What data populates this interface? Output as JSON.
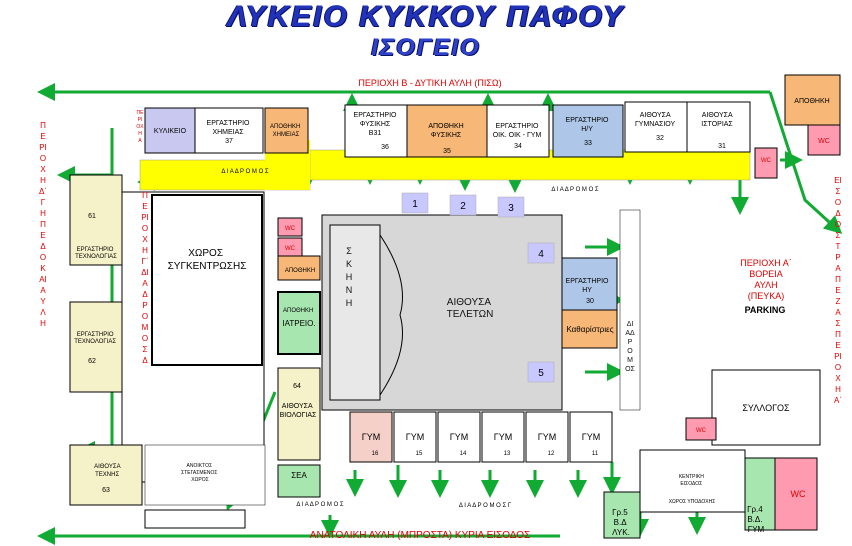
{
  "header": {
    "title": "ΛΥΚΕΙΟ ΚΥΚΚΟΥ ΠΑΦΟΥ",
    "subtitle": "ΙΣΟΓΕΙΟ"
  },
  "areas": {
    "top": "ΠΕΡΙΟΧΗ Β - ΔΥΤΙΚΗ ΑΥΛΗ (ΠΙΣΩ)",
    "bottom": "ΑΝΑΤΟΛΙΚΗ ΑΥΛΗ (ΜΠΡΟΣΤΑ) ΚΥΡΙΑ ΕΙΣΟΔΟΣ",
    "left": "ΠΕΡΙΟΧΗ Δ΄ ΓΗΠΕΔΟ ΚΑΙ ΑΥΛΗ",
    "left_inner": "ΠΕΡΙΟΧΗ Γ΄ ΔΙΑΔΡΟΜΟΣ Δ",
    "right_entrance": "ΕΙΣΟΔΟΣ ΤΡΑΠΕΖΑΣ ΠΕΡΙΟΧΗ Α΄",
    "north_yard": [
      "ΠΕΡΙΟΧΗ Α΄",
      "ΒΟΡΕΙΑ",
      "ΑΥΛΗ",
      "(ΠΕΥΚΑ)"
    ],
    "parking": "PARKING",
    "small_vertical": "ΠΕΡΙΟΧΗ Α"
  },
  "corridors": {
    "north_left": "Δ Ι Α Δ Ρ Ο Μ Ο Σ",
    "north_right": "Δ Ι Α Δ Ρ Ο Μ Ο Σ",
    "east": "ΔΙΑΔΡΟΜΟΣ",
    "south_left": "Δ Ι Α Δ Ρ Ο Μ Ο Σ",
    "south_gamma": "Δ Ι Α Δ Ρ Ο Μ Ο Σ   Γ"
  },
  "rooms": {
    "canteen": "ΚΥΛΙΚΕΙΟ",
    "chem_lab": [
      "ΕΡΓΑΣΤΗΡΙΟ",
      "ΧΗΜΕΙΑΣ",
      "37"
    ],
    "chem_store": [
      "ΑΠΟΘΗΚΗ",
      "ΧΗΜΕΙΑΣ"
    ],
    "phys_lab_b31": [
      "ΕΡΓΑΣΤΗΡΙΟ",
      "ΦΥΣΙΚΗΣ",
      "Β31",
      "36"
    ],
    "phys_store": [
      "ΑΠΟΘΗΚΗ",
      "ΦΥΣΙΚΗΣ",
      "35"
    ],
    "home_ec_lab": [
      "ΕΡΓΑΣΤΗΡΙΟ",
      "ΟΙΚ. ΟΙΚ - ΓΥΜ",
      "34"
    ],
    "cs_lab_33": [
      "ΕΡΓΑΣΤΗΡΙΟ",
      "Η/Υ",
      "33"
    ],
    "gym_hall": [
      "ΑΙΘΟΥΣΑ",
      "ΓΥΜΝΑΣΙΟΥ",
      "32"
    ],
    "history_hall": [
      "ΑΙΘΟΥΣΑ",
      "ΙΣΤΟΡΙΑΣ",
      "31"
    ],
    "storage_ne": "ΑΠΟΘΗΚΗ",
    "assembly": [
      "ΧΩΡΟΣ",
      "ΣΥΓΚΕΝΤΡΩΣΗΣ"
    ],
    "tech_lab_61": [
      "61",
      "ΕΡΓΑΣΤΗΡΙΟ",
      "ΤΕΧΝΟΛΟΓΙΑΣ"
    ],
    "tech_lab_62": [
      "ΕΡΓΑΣΤΗΡΙΟ",
      "ΤΕΧΝΟΛΟΓΙΑΣ",
      "62"
    ],
    "art_hall": [
      "ΑΙΘΟΥΣΑ",
      "ΤΕΧΝΗΣ",
      "63"
    ],
    "store_small": "ΑΠΟΘΗΚΗ",
    "infirmary": [
      "ΑΠΟΘΗΚΗ",
      "ΙΑΤΡΕΙΟ."
    ],
    "biology": [
      "64",
      "ΑΙΘΟΥΣΑ",
      "ΒΙΟΛΟΓΙΑΣ"
    ],
    "sea": "ΣΕΑ",
    "stage": "Σ Κ Η Ν Η",
    "events_hall": [
      "ΑΙΘΟΥΣΑ",
      "ΤΕΛΕΤΩΝ"
    ],
    "cs_lab_30": [
      "ΕΡΓΑΣΤΗΡΙΟ",
      "ΗΥ",
      "30"
    ],
    "cleaners": "Καθαρίστριες",
    "association": "ΣΥΛΛΟΓΟΣ",
    "open_space": [
      "ΑΝΟΙΚΤΟΣ",
      "ΣΤΕΓΑΣΜΕΝΟΣ",
      "ΧΩΡΟΣ"
    ],
    "entrance_hall": [
      "ΚΕΝΤΡΙΚΗ",
      "ΕΙΣΟΔΟΣ",
      "ΧΩΡΟΣ ΥΠΟΔΟΧΗΣ"
    ],
    "gr5": [
      "Γρ.5",
      "Β.Δ",
      "ΛΥΚ."
    ],
    "gr4": [
      "Γρ.4",
      "Β.Δ.",
      "ΓΥΜ"
    ],
    "wc": "WC"
  },
  "gyms": [
    {
      "name": "ΓΥΜ",
      "num": "16"
    },
    {
      "name": "ΓΥΜ",
      "num": "15"
    },
    {
      "name": "ΓΥΜ",
      "num": "14"
    },
    {
      "name": "ΓΥΜ",
      "num": "13"
    },
    {
      "name": "ΓΥΜ",
      "num": "12"
    },
    {
      "name": "ΓΥΜ",
      "num": "11"
    }
  ],
  "markers": [
    "1",
    "2",
    "3",
    "4",
    "5"
  ],
  "colors": {
    "corridor": "#ffff00",
    "arrow": "#11aa33",
    "wc": "#ff9bb0",
    "cs_lab": "#aec7e8",
    "canteen": "#c8c8f0",
    "store_orange": "#f7b777",
    "room_beige": "#f5f1c8",
    "hall_gray": "#d7d7d7",
    "sea_green": "#a8e6b0",
    "marker": "#c8c8ff",
    "gym_pink": "#f5d0c8",
    "title_blue": "#2233bb",
    "label_red": "#e00000"
  }
}
